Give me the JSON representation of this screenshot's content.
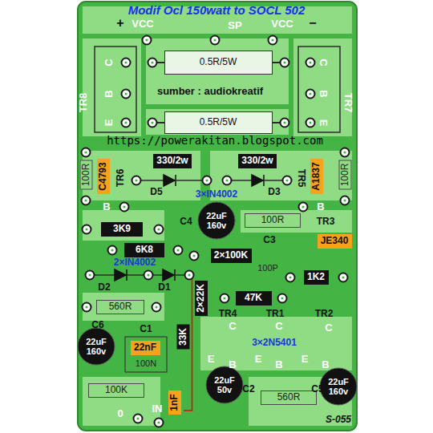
{
  "diagram": {
    "title": "Modif Ocl 150watt to SOCL 502",
    "nodes": [
      {
        "text": [
          "0.5R/5W"
        ]
      },
      {
        "text": [
          "0.5R/5W"
        ]
      },
      {
        "text": [
          "330/2w"
        ]
      },
      {
        "text": [
          "330/2w"
        ]
      },
      {
        "text": [
          "100R"
        ]
      },
      {
        "text": [
          "C4793"
        ]
      },
      {
        "text": [
          "A1837"
        ]
      },
      {
        "text": [
          "100R"
        ]
      },
      {
        "text": [
          "22uF 160v"
        ]
      },
      {
        "text": [
          "100R"
        ]
      },
      {
        "text": [
          "JE340"
        ]
      },
      {
        "text": [
          "3K9"
        ]
      },
      {
        "text": [
          "6K8"
        ]
      },
      {
        "text": [
          "2×100K"
        ]
      },
      {
        "text": [
          "1K2"
        ]
      },
      {
        "text": [
          "47K"
        ]
      },
      {
        "text": [
          "2×22K"
        ]
      },
      {
        "text": [
          "33K"
        ]
      },
      {
        "text": [
          "560R"
        ]
      },
      {
        "text": [
          "22uF 160v"
        ]
      },
      {
        "text": [
          "22nF"
        ]
      },
      {
        "text": [
          "1nF"
        ]
      },
      {
        "text": [
          "22uF 50v"
        ]
      },
      {
        "text": [
          "560R"
        ]
      },
      {
        "text": [
          "22uF 160v"
        ]
      },
      {
        "text": [
          "100K"
        ]
      }
    ],
    "labels": [
      "+",
      "VCC",
      "SP",
      "VCC",
      "−",
      "C",
      "B",
      "E",
      "TR8",
      "C",
      "B",
      "E",
      "TR7",
      "sumber : audiokreatif",
      "https://powerakitan.blogspot.com",
      "TR6",
      "TR5",
      "D5",
      "3×IN4002",
      "D3",
      "B",
      "B",
      "C4",
      "TR3",
      "C3",
      "100P",
      "2×IN4002",
      "D2",
      "D1",
      "TR4",
      "TR1",
      "TR2",
      "C",
      "C",
      "C",
      "3×2N5401",
      "C6",
      "C1",
      "100N",
      "E",
      "B",
      "E",
      "B",
      "E",
      "B",
      "C2",
      "C5",
      "IN",
      "0",
      "S-055"
    ]
  }
}
